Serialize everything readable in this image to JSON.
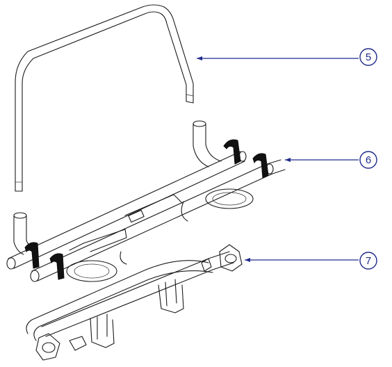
{
  "callouts": [
    {
      "label": "5"
    },
    {
      "label": "6"
    },
    {
      "label": "7"
    }
  ],
  "colors": {
    "line": "#1a1a1a",
    "callout": "#1f2a8a",
    "background": "#ffffff"
  }
}
